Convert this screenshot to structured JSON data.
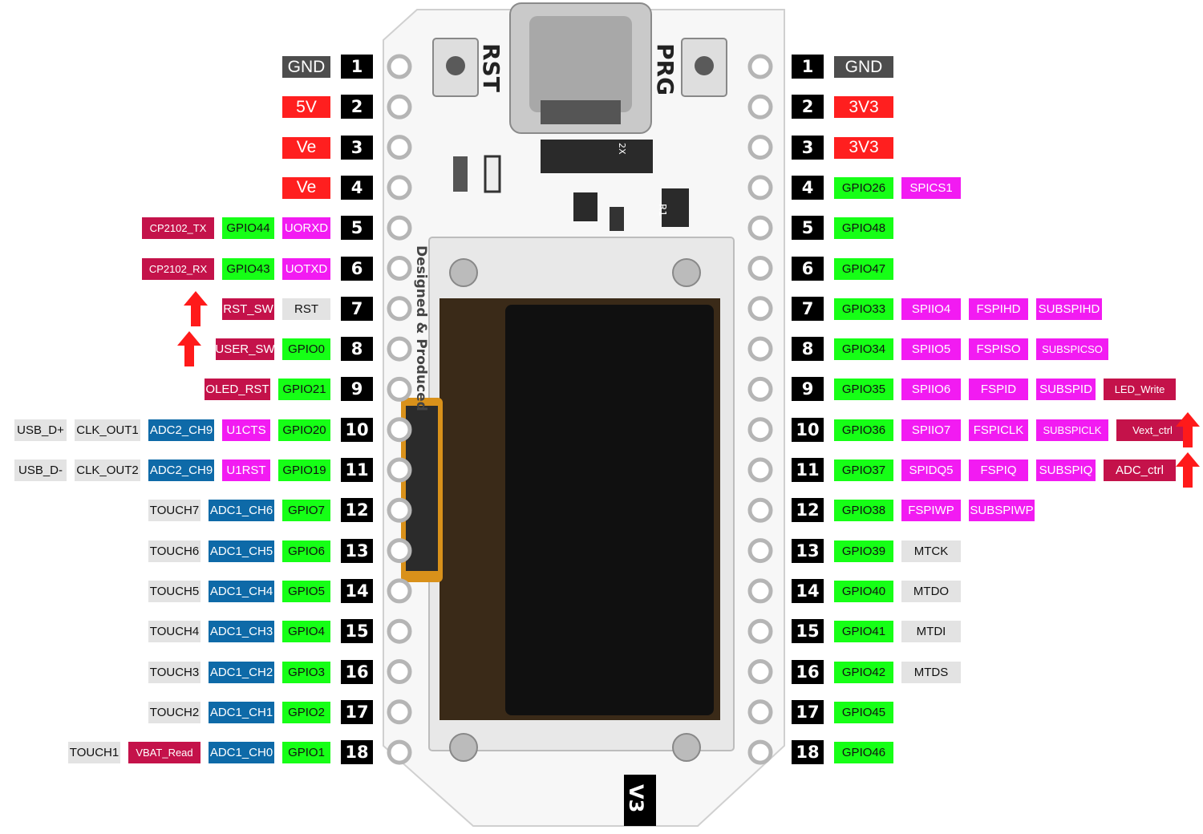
{
  "colors": {
    "gnd": "#4d4d4d",
    "power": "#ff1f1f",
    "gpio": "#16ff16",
    "spi": "#f21bf2",
    "func": "#c4124a",
    "adc": "#0e6aa8",
    "misc": "#e3e3e3",
    "number": "#000000",
    "arrow": "#ff1a1a"
  },
  "board": {
    "rst_label": "RST",
    "prg_label": "PRG",
    "version": "V3",
    "silk_text": "Designed & Produced",
    "r1_label": "R1",
    "part_marking": "2X"
  },
  "left_pins": [
    {
      "num": "1",
      "labels": [
        {
          "text": "GND",
          "kind": "gnd"
        }
      ]
    },
    {
      "num": "2",
      "labels": [
        {
          "text": "5V",
          "kind": "power"
        }
      ]
    },
    {
      "num": "3",
      "labels": [
        {
          "text": "Ve",
          "kind": "power"
        }
      ]
    },
    {
      "num": "4",
      "labels": [
        {
          "text": "Ve",
          "kind": "power"
        }
      ]
    },
    {
      "num": "5",
      "labels": [
        {
          "text": "UORXD",
          "kind": "spi"
        },
        {
          "text": "GPIO44",
          "kind": "gpio"
        },
        {
          "text": "CP2102_TX",
          "kind": "func"
        }
      ]
    },
    {
      "num": "6",
      "labels": [
        {
          "text": "UOTXD",
          "kind": "spi"
        },
        {
          "text": "GPIO43",
          "kind": "gpio"
        },
        {
          "text": "CP2102_RX",
          "kind": "func"
        }
      ]
    },
    {
      "num": "7",
      "labels": [
        {
          "text": "RST",
          "kind": "misc"
        },
        {
          "text": "RST_SW",
          "kind": "func"
        }
      ],
      "arrow": true
    },
    {
      "num": "8",
      "labels": [
        {
          "text": "GPIO0",
          "kind": "gpio"
        },
        {
          "text": "USER_SW",
          "kind": "func"
        }
      ],
      "arrow": true
    },
    {
      "num": "9",
      "labels": [
        {
          "text": "GPIO21",
          "kind": "gpio"
        },
        {
          "text": "OLED_RST",
          "kind": "func"
        }
      ]
    },
    {
      "num": "10",
      "labels": [
        {
          "text": "GPIO20",
          "kind": "gpio"
        },
        {
          "text": "U1CTS",
          "kind": "spi"
        },
        {
          "text": "ADC2_CH9",
          "kind": "adc"
        },
        {
          "text": "CLK_OUT1",
          "kind": "misc"
        },
        {
          "text": "USB_D+",
          "kind": "misc"
        }
      ]
    },
    {
      "num": "11",
      "labels": [
        {
          "text": "GPIO19",
          "kind": "gpio"
        },
        {
          "text": "U1RST",
          "kind": "spi"
        },
        {
          "text": "ADC2_CH9",
          "kind": "adc"
        },
        {
          "text": "CLK_OUT2",
          "kind": "misc"
        },
        {
          "text": "USB_D-",
          "kind": "misc"
        }
      ]
    },
    {
      "num": "12",
      "labels": [
        {
          "text": "GPIO7",
          "kind": "gpio"
        },
        {
          "text": "ADC1_CH6",
          "kind": "adc"
        },
        {
          "text": "TOUCH7",
          "kind": "misc"
        }
      ]
    },
    {
      "num": "13",
      "labels": [
        {
          "text": "GPIO6",
          "kind": "gpio"
        },
        {
          "text": "ADC1_CH5",
          "kind": "adc"
        },
        {
          "text": "TOUCH6",
          "kind": "misc"
        }
      ]
    },
    {
      "num": "14",
      "labels": [
        {
          "text": "GPIO5",
          "kind": "gpio"
        },
        {
          "text": "ADC1_CH4",
          "kind": "adc"
        },
        {
          "text": "TOUCH5",
          "kind": "misc"
        }
      ]
    },
    {
      "num": "15",
      "labels": [
        {
          "text": "GPIO4",
          "kind": "gpio"
        },
        {
          "text": "ADC1_CH3",
          "kind": "adc"
        },
        {
          "text": "TOUCH4",
          "kind": "misc"
        }
      ]
    },
    {
      "num": "16",
      "labels": [
        {
          "text": "GPIO3",
          "kind": "gpio"
        },
        {
          "text": "ADC1_CH2",
          "kind": "adc"
        },
        {
          "text": "TOUCH3",
          "kind": "misc"
        }
      ]
    },
    {
      "num": "17",
      "labels": [
        {
          "text": "GPIO2",
          "kind": "gpio"
        },
        {
          "text": "ADC1_CH1",
          "kind": "adc"
        },
        {
          "text": "TOUCH2",
          "kind": "misc"
        }
      ]
    },
    {
      "num": "18",
      "labels": [
        {
          "text": "GPIO1",
          "kind": "gpio"
        },
        {
          "text": "ADC1_CH0",
          "kind": "adc"
        },
        {
          "text": "VBAT_Read",
          "kind": "func"
        },
        {
          "text": "TOUCH1",
          "kind": "misc"
        }
      ]
    }
  ],
  "right_pins": [
    {
      "num": "1",
      "labels": [
        {
          "text": "GND",
          "kind": "gnd"
        }
      ]
    },
    {
      "num": "2",
      "labels": [
        {
          "text": "3V3",
          "kind": "power"
        }
      ]
    },
    {
      "num": "3",
      "labels": [
        {
          "text": "3V3",
          "kind": "power"
        }
      ]
    },
    {
      "num": "4",
      "labels": [
        {
          "text": "GPIO26",
          "kind": "gpio"
        },
        {
          "text": "SPICS1",
          "kind": "spi"
        }
      ]
    },
    {
      "num": "5",
      "labels": [
        {
          "text": "GPIO48",
          "kind": "gpio"
        }
      ]
    },
    {
      "num": "6",
      "labels": [
        {
          "text": "GPIO47",
          "kind": "gpio"
        }
      ]
    },
    {
      "num": "7",
      "labels": [
        {
          "text": "GPIO33",
          "kind": "gpio"
        },
        {
          "text": "SPIIO4",
          "kind": "spi"
        },
        {
          "text": "FSPIHD",
          "kind": "spi"
        },
        {
          "text": "SUBSPIHD",
          "kind": "spi"
        }
      ]
    },
    {
      "num": "8",
      "labels": [
        {
          "text": "GPIO34",
          "kind": "gpio"
        },
        {
          "text": "SPIIO5",
          "kind": "spi"
        },
        {
          "text": "FSPISO",
          "kind": "spi"
        },
        {
          "text": "SUBSPICSO",
          "kind": "spi"
        }
      ]
    },
    {
      "num": "9",
      "labels": [
        {
          "text": "GPIO35",
          "kind": "gpio"
        },
        {
          "text": "SPIIO6",
          "kind": "spi"
        },
        {
          "text": "FSPID",
          "kind": "spi"
        },
        {
          "text": "SUBSPID",
          "kind": "spi"
        },
        {
          "text": "LED_Write",
          "kind": "func"
        }
      ]
    },
    {
      "num": "10",
      "labels": [
        {
          "text": "GPIO36",
          "kind": "gpio"
        },
        {
          "text": "SPIIO7",
          "kind": "spi"
        },
        {
          "text": "FSPICLK",
          "kind": "spi"
        },
        {
          "text": "SUBSPICLK",
          "kind": "spi"
        },
        {
          "text": "Vext_ctrl",
          "kind": "func"
        }
      ],
      "arrow": true
    },
    {
      "num": "11",
      "labels": [
        {
          "text": "GPIO37",
          "kind": "gpio"
        },
        {
          "text": "SPIDQ5",
          "kind": "spi"
        },
        {
          "text": "FSPIQ",
          "kind": "spi"
        },
        {
          "text": "SUBSPIQ",
          "kind": "spi"
        },
        {
          "text": "ADC_ctrl",
          "kind": "func"
        }
      ],
      "arrow": true
    },
    {
      "num": "12",
      "labels": [
        {
          "text": "GPIO38",
          "kind": "gpio"
        },
        {
          "text": "FSPIWP",
          "kind": "spi"
        },
        {
          "text": "SUBSPIWP",
          "kind": "spi"
        }
      ]
    },
    {
      "num": "13",
      "labels": [
        {
          "text": "GPIO39",
          "kind": "gpio"
        },
        {
          "text": "MTCK",
          "kind": "misc"
        }
      ]
    },
    {
      "num": "14",
      "labels": [
        {
          "text": "GPIO40",
          "kind": "gpio"
        },
        {
          "text": "MTDO",
          "kind": "misc"
        }
      ]
    },
    {
      "num": "15",
      "labels": [
        {
          "text": "GPIO41",
          "kind": "gpio"
        },
        {
          "text": "MTDI",
          "kind": "misc"
        }
      ]
    },
    {
      "num": "16",
      "labels": [
        {
          "text": "GPIO42",
          "kind": "gpio"
        },
        {
          "text": "MTDS",
          "kind": "misc"
        }
      ]
    },
    {
      "num": "17",
      "labels": [
        {
          "text": "GPIO45",
          "kind": "gpio"
        }
      ]
    },
    {
      "num": "18",
      "labels": [
        {
          "text": "GPIO46",
          "kind": "gpio"
        }
      ]
    }
  ]
}
